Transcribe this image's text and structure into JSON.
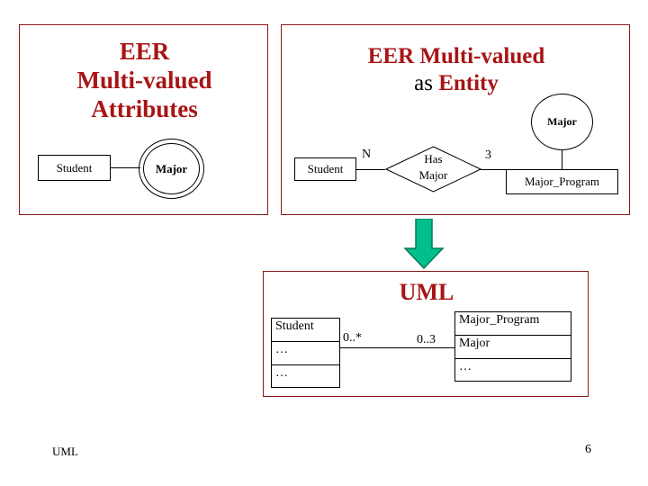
{
  "slide": {
    "page_number": "6",
    "footer_label": "UML",
    "colors": {
      "title_red": "#a81414",
      "panel_border": "#8a1818",
      "arrow_green": "#00bf8c",
      "text_black": "#000000"
    }
  },
  "panel_eer_multivalued": {
    "title_line1": "EER",
    "title_line2": "Multi-valued",
    "title_line3": "Attributes",
    "entity_student": "Student",
    "attribute_major": "Major"
  },
  "panel_eer_as_entity": {
    "title_line1": "EER  Multi-valued",
    "title_line2_prefix": "as",
    "title_line2_emphasis": "Entity",
    "entity_student": "Student",
    "relationship_line1": "Has",
    "relationship_line2": "Major",
    "entity_major_program": "Major_Program",
    "attribute_major": "Major",
    "cardinality_left": "N",
    "cardinality_right": "3"
  },
  "panel_uml": {
    "title": "UML",
    "class_student": {
      "name": "Student",
      "attributes": "…",
      "operations": "…"
    },
    "class_major_program": {
      "name": "Major_Program",
      "attributes": "Major",
      "operations": "…"
    },
    "multiplicity_left": "0..*",
    "multiplicity_right": "0..3"
  },
  "transition": {
    "arrow_icon": "down-arrow-icon"
  }
}
